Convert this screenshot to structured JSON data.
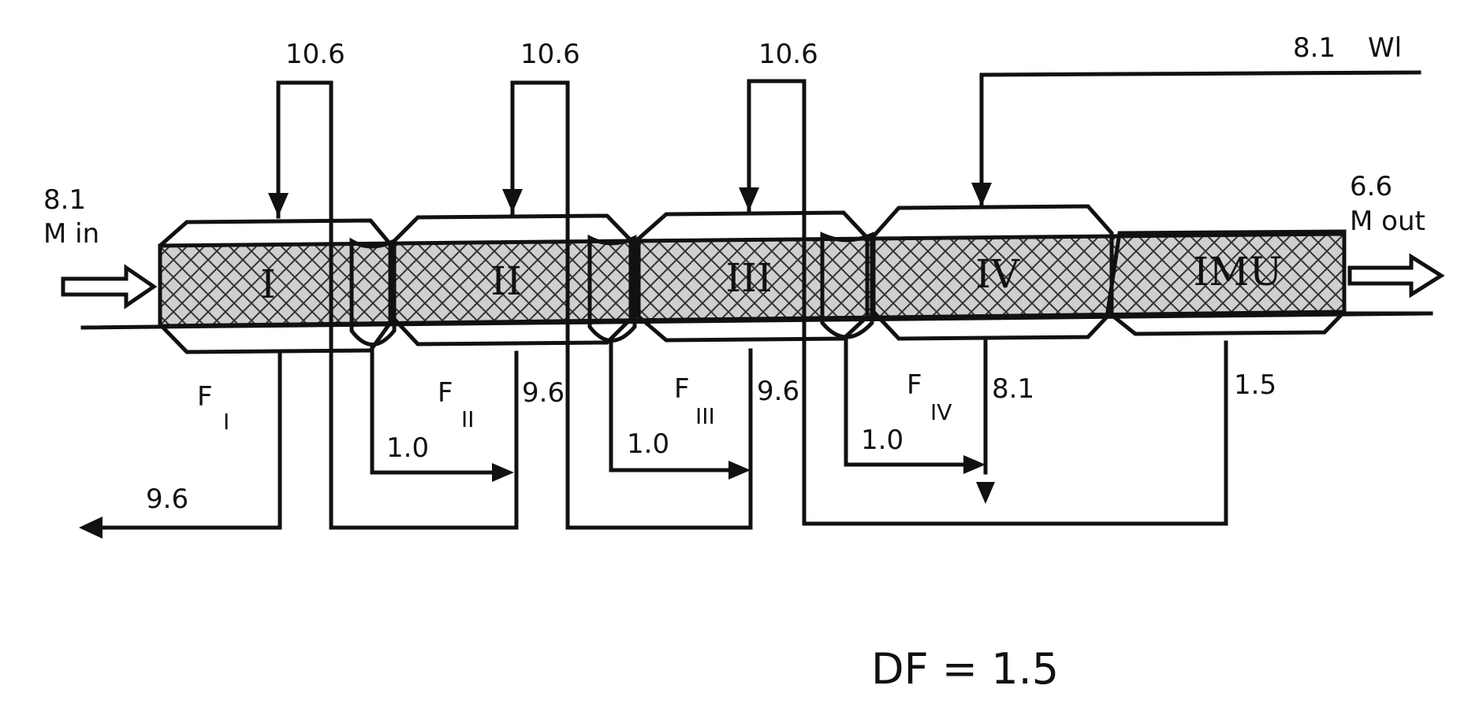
{
  "flows": {
    "wash_in_1": "10.6",
    "wash_in_2": "10.6",
    "wash_in_3": "10.6",
    "wash_in_total": "8.1",
    "wash_in_label": "Wl",
    "membrane_in_value": "8.1",
    "membrane_in_label": "M in",
    "membrane_out_value": "6.6",
    "membrane_out_label": "M out",
    "waste_out": "9.6",
    "recycle_2": "9.6",
    "recycle_3": "9.6",
    "recycle_4": "8.1",
    "imu_out": "1.5",
    "bypass_2": "1.0",
    "bypass_3": "1.0",
    "bypass_4": "1.0"
  },
  "stages": {
    "s1": "I",
    "s2": "II",
    "s3": "III",
    "s4": "IV",
    "s5": "IMU"
  },
  "filtrates": {
    "f1_main": "F",
    "f1_sub": "I",
    "f2_main": "F",
    "f2_sub": "II",
    "f3_main": "F",
    "f3_sub": "III",
    "f4_main": "F",
    "f4_sub": "IV"
  },
  "dilution_factor": "DF = 1.5"
}
